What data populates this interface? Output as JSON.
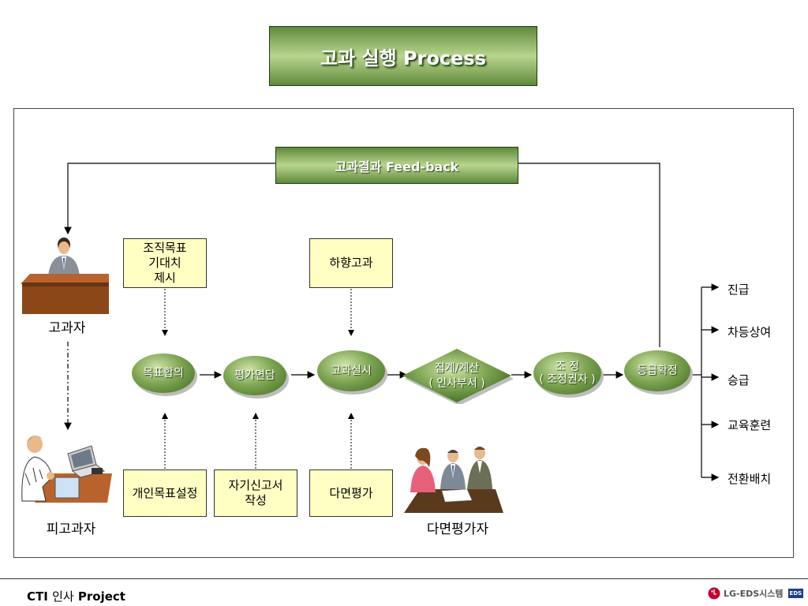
{
  "title": "고과 실행 Process",
  "feedback": "고과결과 Feed-back",
  "top_boxes": {
    "org_goal": "조직목표\n기대치\n제시",
    "down_eval": "하향고과"
  },
  "bottom_boxes": {
    "personal_goal": "개인목표설정",
    "self_report": "자기신고서\n작성",
    "multi_eval": "다면평가"
  },
  "steps": {
    "s1": "목표합의",
    "s2": "평가면담",
    "s3": "고과실시",
    "s4": "집계/계산\n( 인사부서 )",
    "s5": "조   정\n( 조정권자 )",
    "s6": "등급확정"
  },
  "outcomes": [
    "진급",
    "차등상여",
    "승급",
    "교육훈련",
    "전환배치"
  ],
  "people": {
    "evaluator": "고과자",
    "evaluatee": "피고과자",
    "multi_evaluator": "다면평가자"
  },
  "footer": {
    "prefix": "CTI",
    "middle": "인사",
    "suffix": "Project",
    "logo_text": "LG-EDS시스템",
    "logo_badge": "EDS"
  }
}
